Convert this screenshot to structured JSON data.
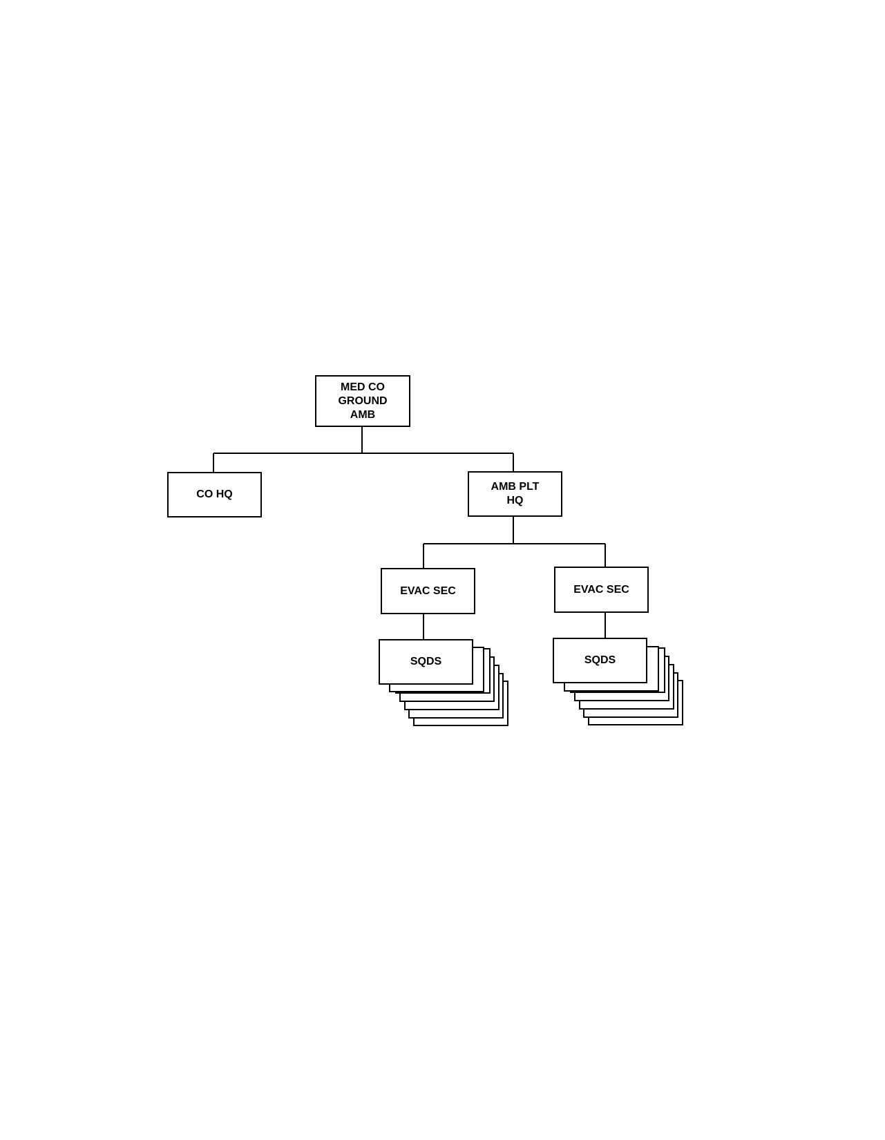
{
  "diagram": {
    "nodes": {
      "root": {
        "label": "MED CO\nGROUND\nAMB"
      },
      "co_hq": {
        "label": "CO HQ"
      },
      "amb_plt_hq": {
        "label": "AMB PLT\nHQ"
      },
      "evac_sec_left": {
        "label": "EVAC SEC"
      },
      "evac_sec_right": {
        "label": "EVAC SEC"
      },
      "sqds_left": {
        "label": "SQDS"
      },
      "sqds_right": {
        "label": "SQDS"
      }
    },
    "edges": [
      [
        "root",
        "co_hq"
      ],
      [
        "root",
        "amb_plt_hq"
      ],
      [
        "amb_plt_hq",
        "evac_sec_left"
      ],
      [
        "amb_plt_hq",
        "evac_sec_right"
      ],
      [
        "evac_sec_left",
        "sqds_left"
      ],
      [
        "evac_sec_right",
        "sqds_right"
      ]
    ],
    "colors": {
      "line": "#000000",
      "fill": "#ffffff"
    }
  }
}
